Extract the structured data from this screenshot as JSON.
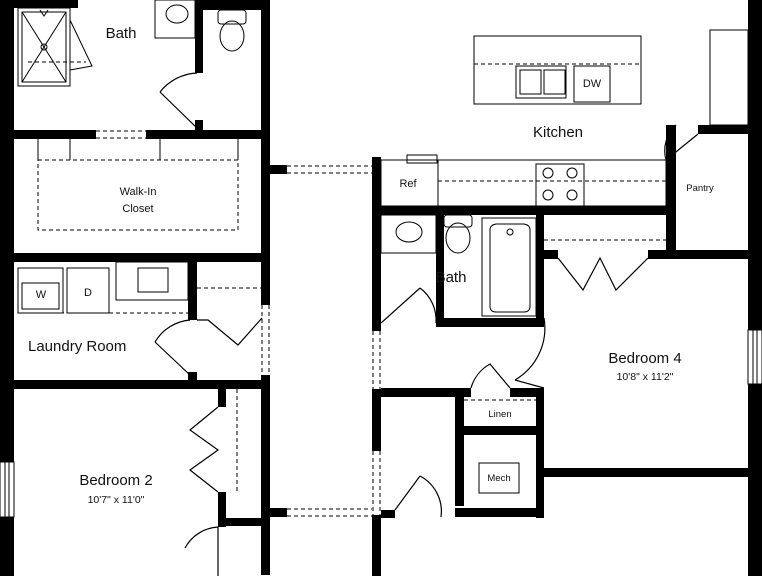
{
  "rooms": {
    "bath_master": "Bath",
    "walkin_closet": "Walk-In\nCloset",
    "laundry": "Laundry Room",
    "bedroom2_name": "Bedroom 2",
    "bedroom2_dim": "10'7\" x 11'0\"",
    "kitchen": "Kitchen",
    "pantry": "Pantry",
    "bath_hall": "Bath",
    "bedroom4_name": "Bedroom 4",
    "bedroom4_dim": "10'8\" x 11'2\"",
    "linen": "Linen",
    "mech": "Mech"
  },
  "fixtures": {
    "washer": "W",
    "dryer": "D",
    "refrigerator": "Ref",
    "dishwasher": "DW"
  }
}
